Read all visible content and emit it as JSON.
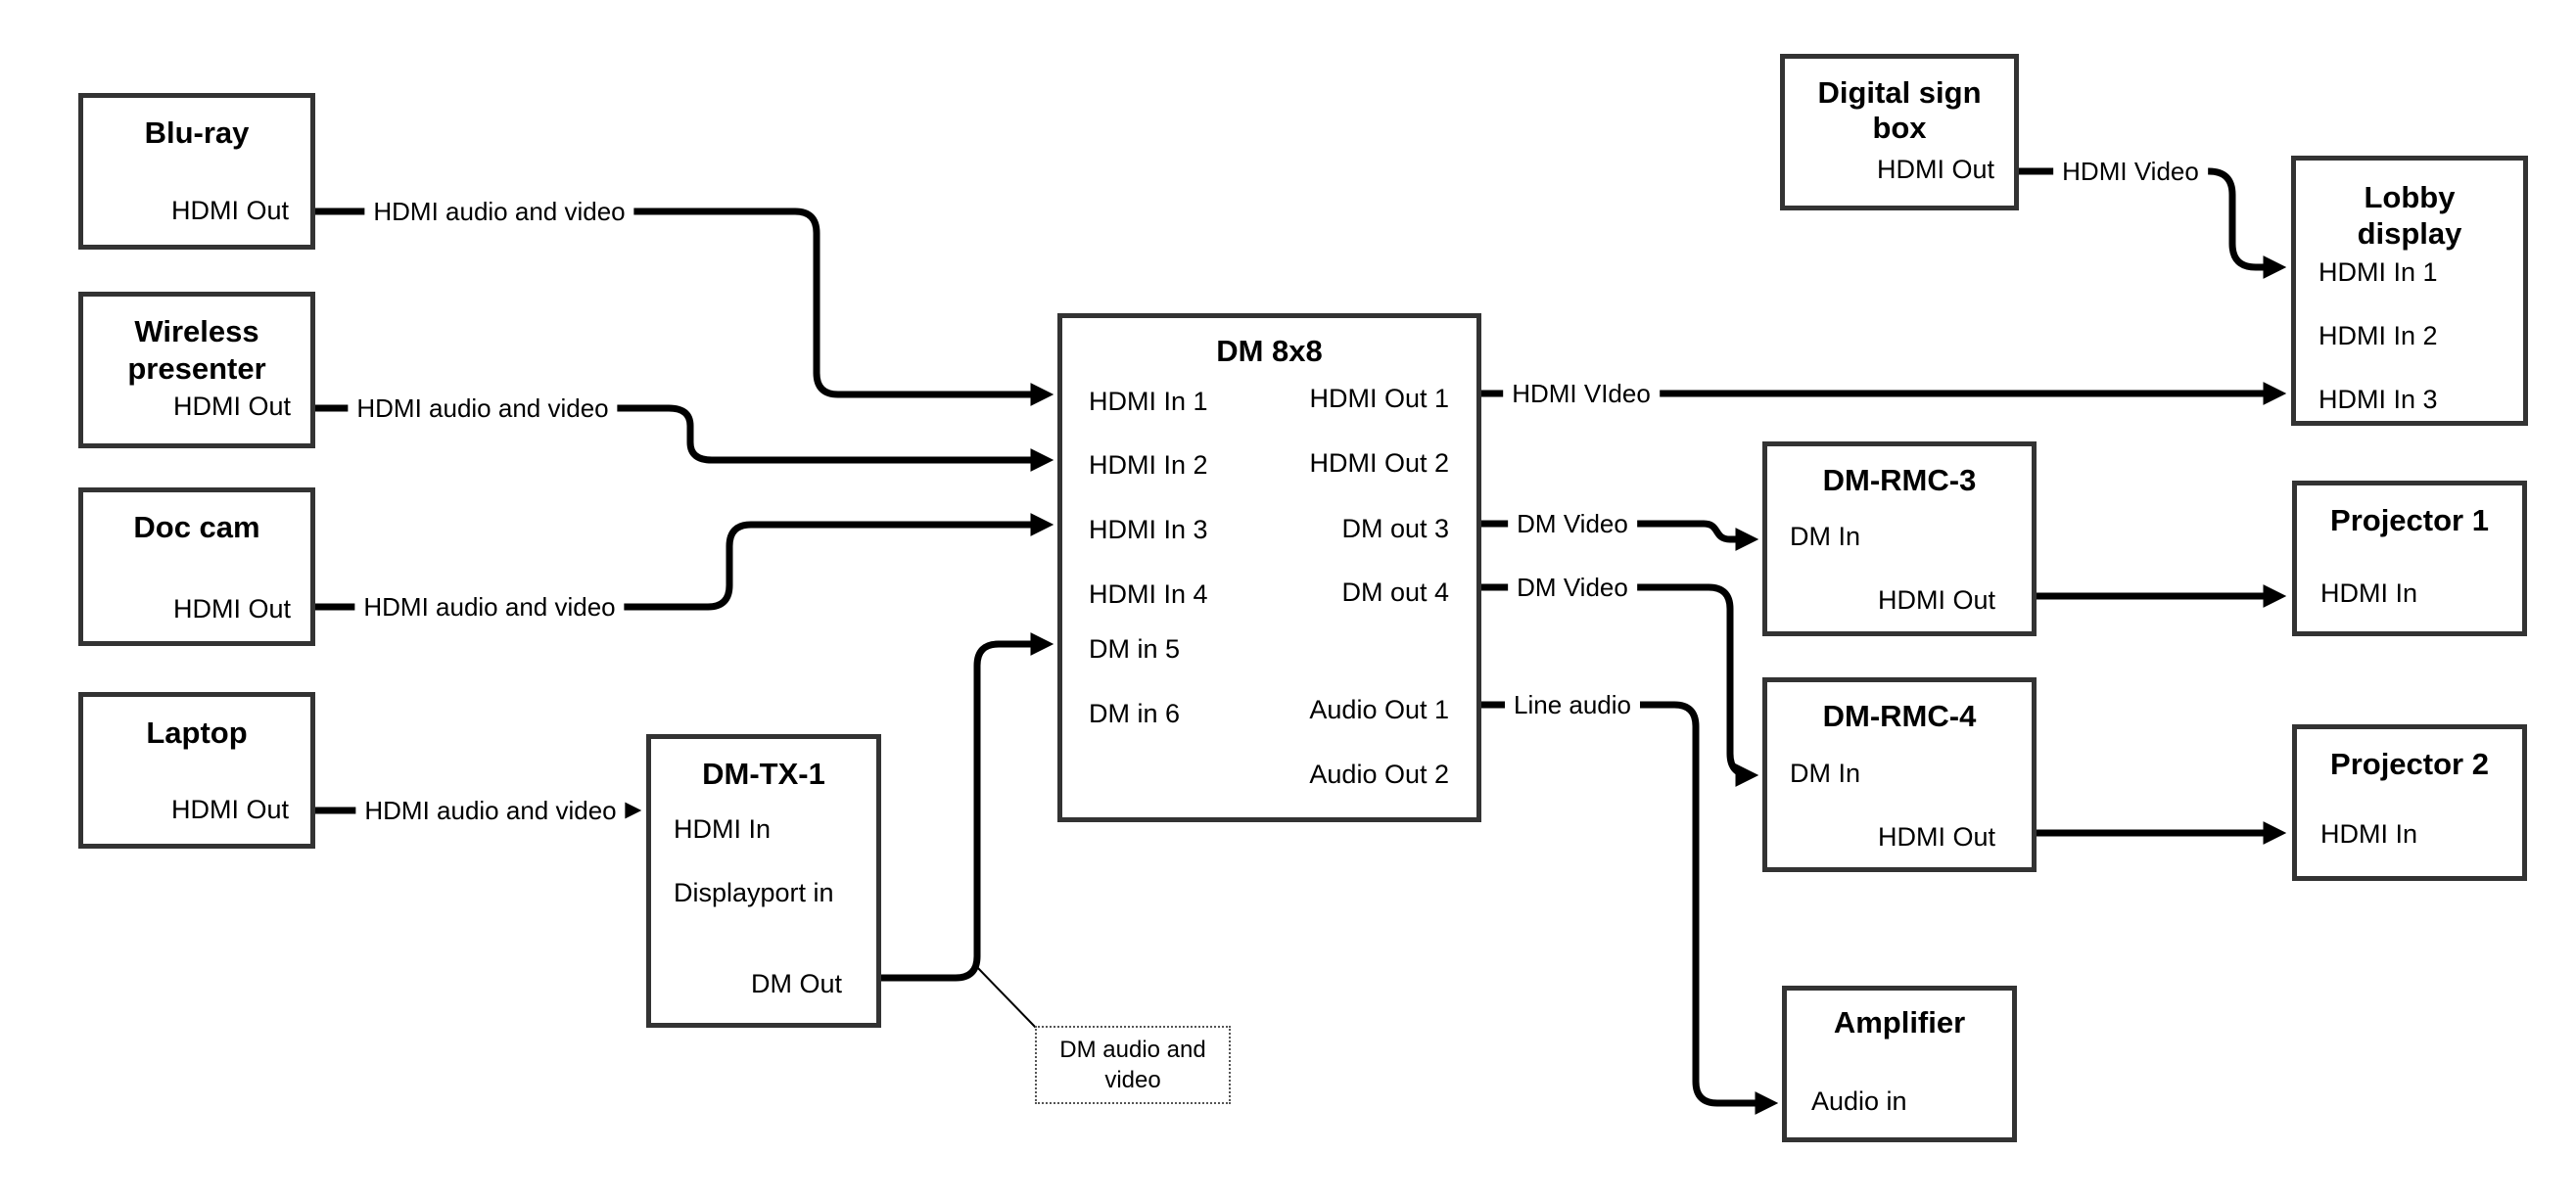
{
  "diagram": {
    "devices": {
      "bluray": {
        "title": "Blu-ray",
        "port_hdmi_out": "HDMI Out"
      },
      "wireless_presenter": {
        "title_line1": "Wireless",
        "title_line2": "presenter",
        "port_hdmi_out": "HDMI Out"
      },
      "doc_cam": {
        "title": "Doc cam",
        "port_hdmi_out": "HDMI Out"
      },
      "laptop": {
        "title": "Laptop",
        "port_hdmi_out": "HDMI Out"
      },
      "dm_tx_1": {
        "title": "DM-TX-1",
        "port_hdmi_in": "HDMI In",
        "port_displayport_in": "Displayport in",
        "port_dm_out": "DM Out"
      },
      "dm_8x8": {
        "title": "DM 8x8",
        "inputs": [
          "HDMI In 1",
          "HDMI In 2",
          "HDMI In 3",
          "HDMI In 4",
          "DM in 5",
          "DM in 6"
        ],
        "outputs": [
          "HDMI Out 1",
          "HDMI Out 2",
          "DM out 3",
          "DM out 4",
          "Audio Out 1",
          "Audio Out 2"
        ]
      },
      "digital_sign_box": {
        "title_line1": "Digital sign",
        "title_line2": "box",
        "port_hdmi_out": "HDMI Out"
      },
      "lobby_display": {
        "title_line1": "Lobby",
        "title_line2": "display",
        "inputs": [
          "HDMI In 1",
          "HDMI In 2",
          "HDMI In 3"
        ]
      },
      "dm_rmc_3": {
        "title": "DM-RMC-3",
        "port_dm_in": "DM In",
        "port_hdmi_out": "HDMI Out"
      },
      "projector_1": {
        "title": "Projector 1",
        "port_hdmi_in": "HDMI In"
      },
      "dm_rmc_4": {
        "title": "DM-RMC-4",
        "port_dm_in": "DM In",
        "port_hdmi_out": "HDMI Out"
      },
      "projector_2": {
        "title": "Projector 2",
        "port_hdmi_in": "HDMI In"
      },
      "amplifier": {
        "title": "Amplifier",
        "port_audio_in": "Audio in"
      }
    },
    "connection_labels": {
      "bluray_to_dm8x8": "HDMI audio and video",
      "wireless_to_dm8x8": "HDMI audio and video",
      "doc_cam_to_dm8x8": "HDMI audio and video",
      "laptop_to_dm_tx_1": "HDMI audio and video",
      "hdmi_out_1_to_lobby": "HDMI VIdeo",
      "dm_out_3_to_rmc3": "DM Video",
      "dm_out_4_to_rmc4": "DM Video",
      "audio_out_1_to_amplifier": "Line audio",
      "digital_sign_to_lobby": "HDMI Video"
    },
    "callout": {
      "line1": "DM audio and",
      "line2": "video"
    },
    "colors": {
      "background": "#ffffff",
      "line": "#000000",
      "box_border": "#333333",
      "text": "#000000"
    }
  }
}
